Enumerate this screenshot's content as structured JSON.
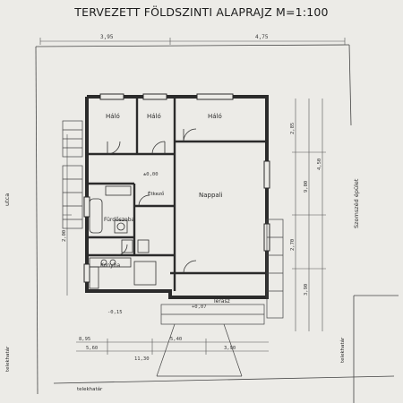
{
  "title": "TERVEZETT FÖLDSZINTI ALAPRAJZ M=1:100",
  "rooms": {
    "halo_1": "Háló",
    "halo_2": "Háló",
    "halo_3": "Háló",
    "nappali": "Nappali",
    "furdo": "Fürdőszoba",
    "konyha": "Konyha",
    "terasz": "Terasz",
    "etkezo": "Étkező"
  },
  "side_labels": {
    "utca": "utca",
    "szomszed": "Szomszéd épület",
    "telekhatar_left": "telekhatár",
    "telekhatar_bottom": "telekhatár",
    "telekhatar_right": "telekhatár"
  },
  "dimensions": {
    "top_left": "3,95",
    "top_right": "4,75",
    "bottom_1": "8,95",
    "bottom_2": "5,60",
    "bottom_3": "5,40",
    "bottom_4": "3,90",
    "bottom_5": "11,30",
    "right_1": "2,85",
    "right_2": "9,00",
    "right_3": "4,50",
    "right_4": "2,70",
    "right_5": "3,90",
    "left_1": "2,00",
    "level_1": "±0,00",
    "level_2": "+0,07",
    "level_3": "-0,15"
  },
  "colors": {
    "paper": "#ecebe7",
    "ink": "#1c1c1c",
    "wall": "#2b2b2b"
  }
}
